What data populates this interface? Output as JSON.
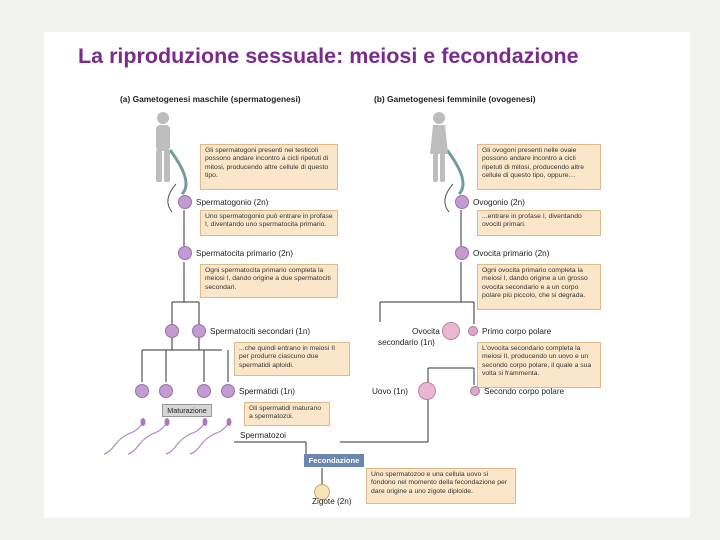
{
  "title": "La riproduzione sessuale: meiosi e fecondazione",
  "male": {
    "header": "(a) Gametogenesi maschile (spermatogenesi)",
    "box1": "Gli spermatogoni presenti nei testicoli possono andare incontro a cicli ripetuti di mitosi, producendo altre cellule di questo tipo.",
    "spermatogonio": "Spermatogonio (2n)",
    "box2": "Uno spermatogonio può entrare in profase I, diventando uno spermatocita primario.",
    "primario": "Spermatocita primario (2n)",
    "box3": "Ogni spermatocita primario completa la meiosi I, dando origine a due spermatociti secondari.",
    "secondari": "Spermatociti secondari (1n)",
    "box4": "...che quindi entrano in meiosi II per produrre ciascuno due spermatidi aploidi.",
    "spermatidi": "Spermatidi (1n)",
    "maturazione": "Maturazione",
    "box5": "Gli spermatidi maturano a spermatozoi.",
    "spermatozoi": "Spermatozoi"
  },
  "female": {
    "header": "(b) Gametogenesi femminile (ovogenesi)",
    "box1": "Gli ovogoni presenti nelle ovaie possono andare incontro a cicli ripetuti di mitosi, producendo altre cellule di questo tipo, oppure…",
    "ovogonio": "Ovogonio (2n)",
    "box2": "...entrare in profase I, diventando ovociti primari.",
    "primario": "Ovocita primario (2n)",
    "box3": "Ogni ovocita primario completa la meiosi I, dando origine a un grosso ovocita secondario e a un corpo polare più piccolo, che si degrada.",
    "ovocita_sec_1": "Ovocita",
    "ovocita_sec_2": "secondario (1n)",
    "primo_polare": "Primo corpo polare",
    "box4": "L'ovocita secondario completa la meiosi II, producendo un uovo e un secondo corpo polare, il quale a sua volta si frammenta.",
    "uovo": "Uovo (1n)",
    "secondo_polare": "Secondo corpo polare"
  },
  "fecondazione": {
    "label": "Fecondazione",
    "box": "Uno spermatozoo e una cellula uovo si fondono nel momento della fecondazione per dare origine a uno zigote diploide.",
    "zigote": "Zigote (2n)"
  },
  "colors": {
    "title": "#7a2c8c",
    "cell": "#c49bd1",
    "box": "#fbe6ca",
    "tag": "#6b86b0"
  }
}
